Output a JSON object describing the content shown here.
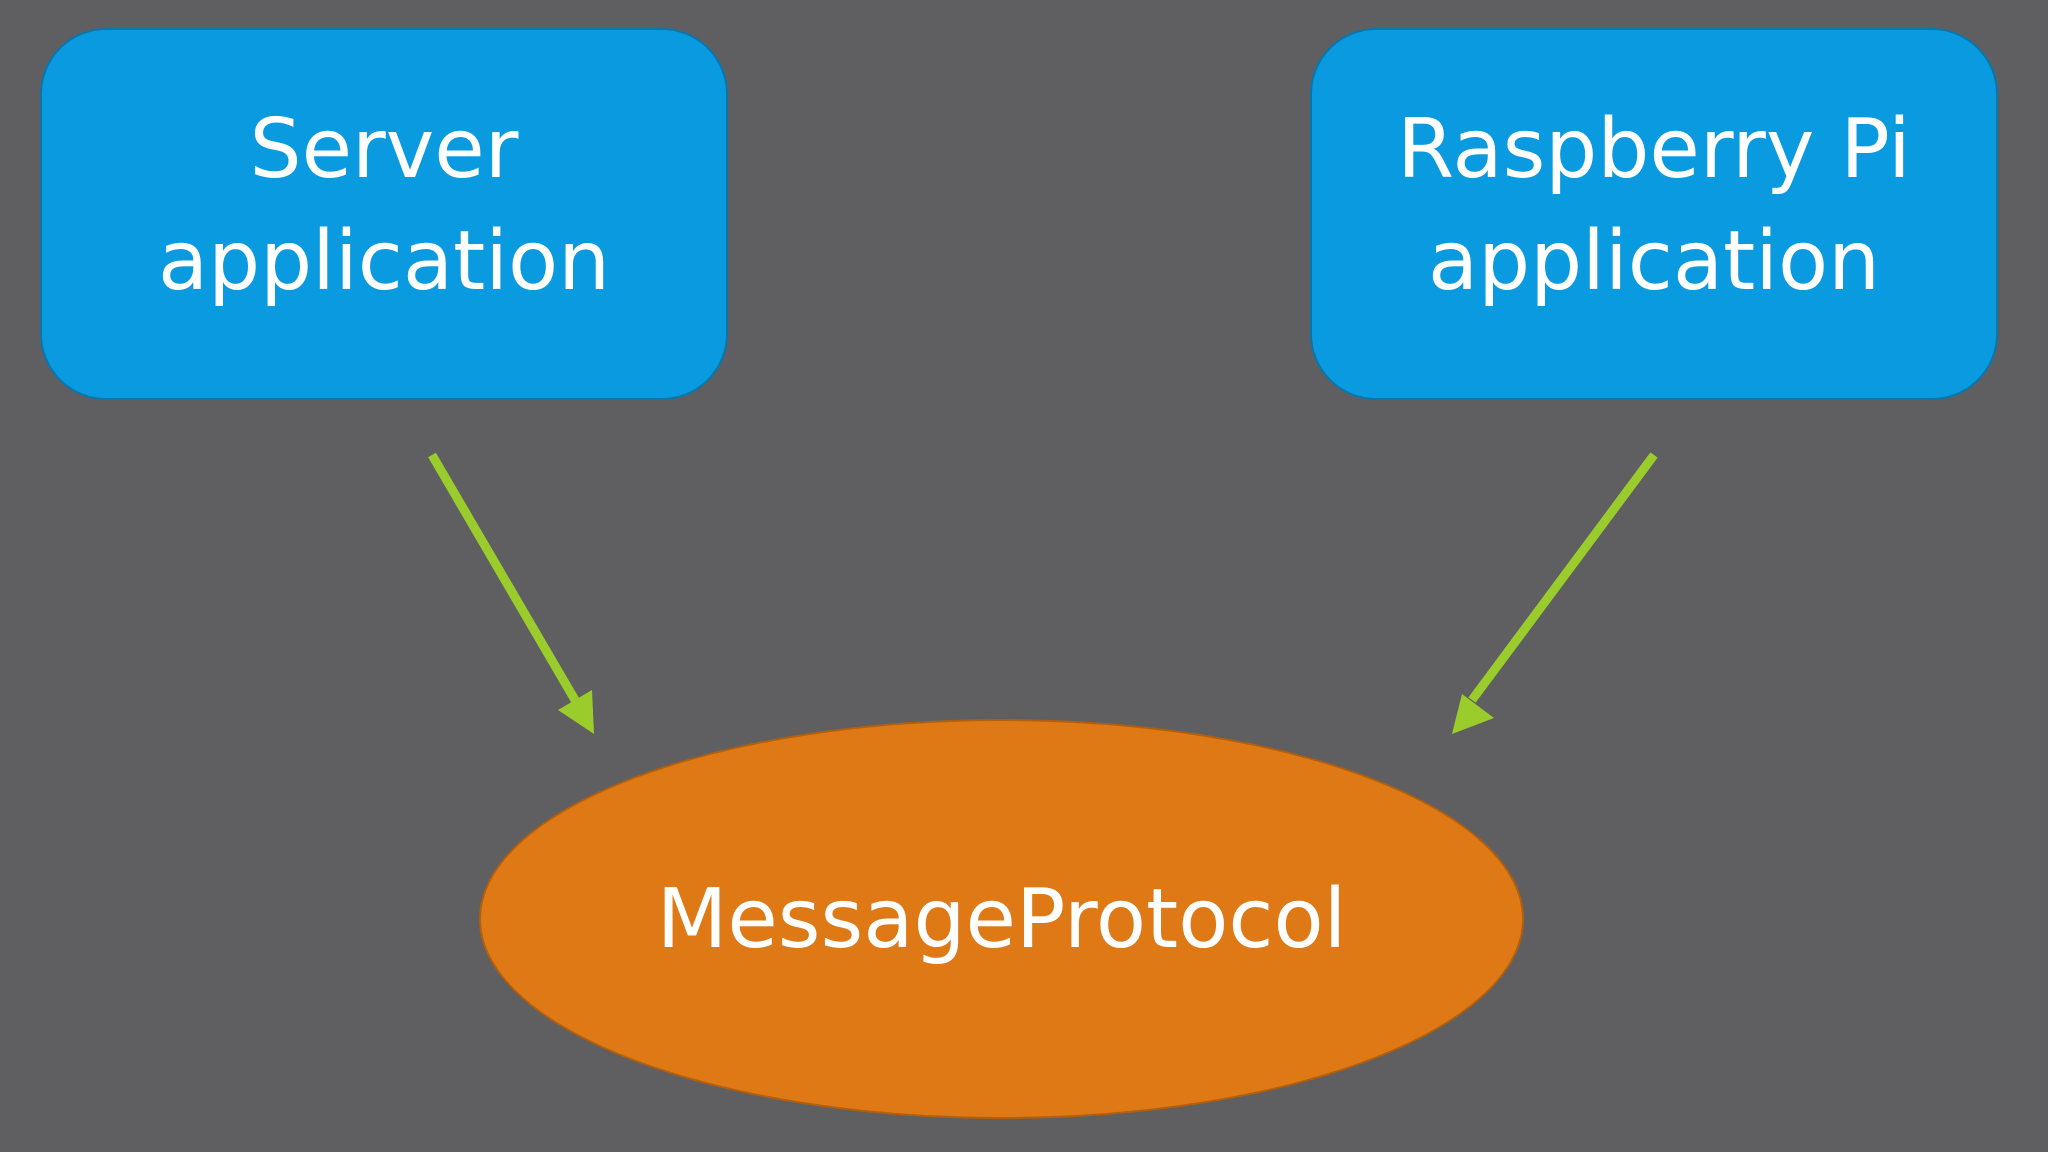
{
  "diagram": {
    "nodes": {
      "server": {
        "line1": "Server",
        "line2": "application"
      },
      "pi": {
        "line1": "Raspberry Pi",
        "line2": "application"
      },
      "protocol": {
        "label": "MessageProtocol"
      }
    },
    "edges": [
      {
        "from": "server",
        "to": "protocol"
      },
      {
        "from": "pi",
        "to": "protocol"
      }
    ]
  },
  "colors": {
    "background": "#5f5f61",
    "box_fill": "#0a9ae0",
    "ellipse_fill": "#de7916",
    "arrow": "#9acd2c",
    "text": "#ffffff"
  }
}
